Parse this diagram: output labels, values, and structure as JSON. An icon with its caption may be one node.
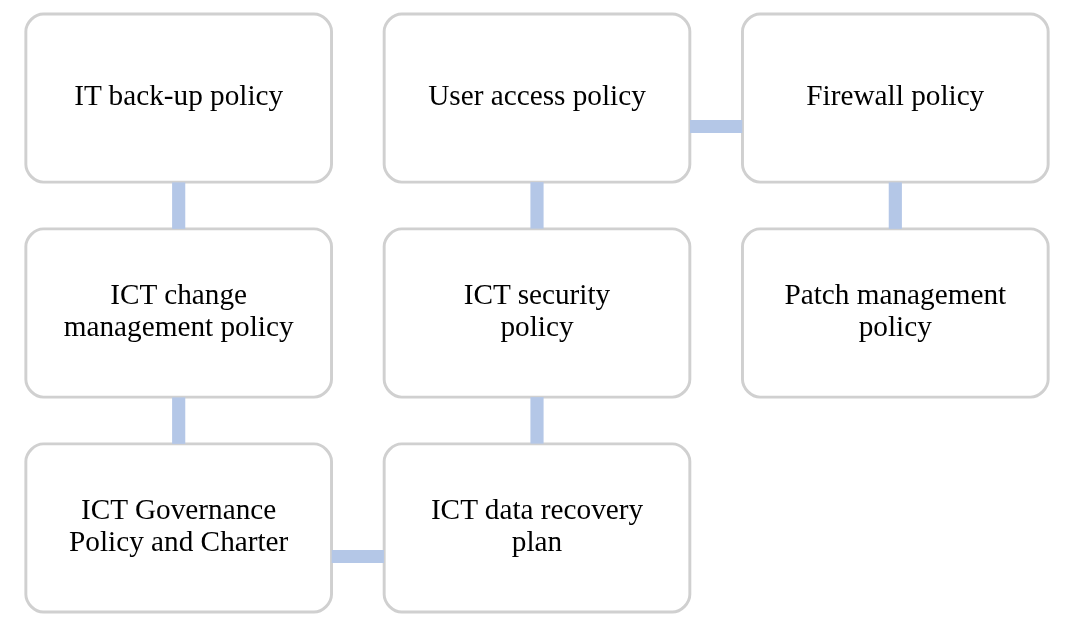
{
  "diagram": {
    "nodes": [
      {
        "text": [
          "IT back-up policy"
        ]
      },
      {
        "text": [
          "ICT change management policy"
        ]
      },
      {
        "text": [
          "ICT Governance Policy and Charter"
        ]
      },
      {
        "text": [
          "ICT data recovery plan"
        ]
      },
      {
        "text": [
          "ICT security policy"
        ]
      },
      {
        "text": [
          "User access policy"
        ]
      },
      {
        "text": [
          "Firewall policy"
        ]
      },
      {
        "text": [
          "Patch management policy"
        ]
      }
    ],
    "edges": [
      {
        "from": 0,
        "to": 1,
        "arrow": "none"
      },
      {
        "from": 1,
        "to": 2,
        "arrow": "none"
      },
      {
        "from": 2,
        "to": 3,
        "arrow": "none"
      },
      {
        "from": 3,
        "to": 4,
        "arrow": "none"
      },
      {
        "from": 4,
        "to": 5,
        "arrow": "none"
      },
      {
        "from": 5,
        "to": 6,
        "arrow": "none"
      },
      {
        "from": 6,
        "to": 7,
        "arrow": "none"
      }
    ]
  }
}
